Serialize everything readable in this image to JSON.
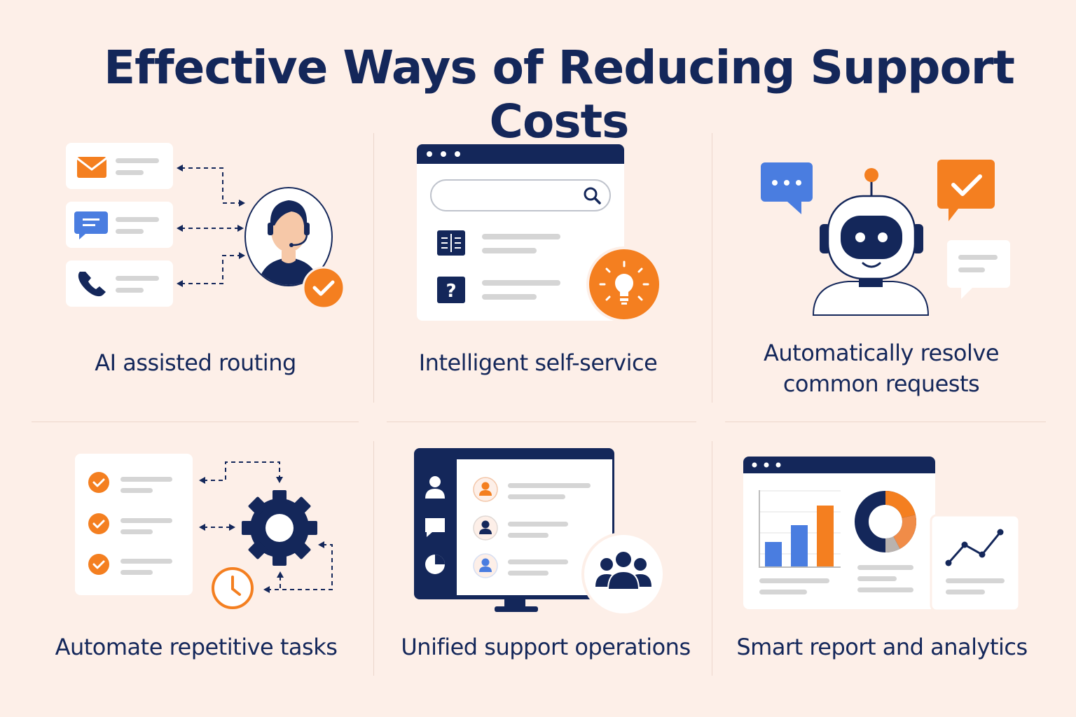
{
  "title": "Effective Ways of Reducing Support Costs",
  "colors": {
    "navy": "#14275a",
    "orange": "#f47f20",
    "blue": "#4a7de0",
    "background": "#fdefe8",
    "card": "#ffffff",
    "line_gray": "#d5d5d5"
  },
  "panels": [
    {
      "label": "AI assisted routing",
      "icons": [
        "envelope-icon",
        "chat-icon",
        "phone-icon",
        "support-agent-icon",
        "checkmark-badge-icon"
      ]
    },
    {
      "label": "Intelligent self-service",
      "icons": [
        "browser-window-icon",
        "search-icon",
        "book-icon",
        "question-icon",
        "lightbulb-icon"
      ]
    },
    {
      "label_lines": [
        "Automatically resolve",
        "common requests"
      ],
      "icons": [
        "speech-bubble-icon",
        "robot-icon",
        "checkmark-bubble-icon",
        "message-bubble-icon"
      ]
    },
    {
      "label": "Automate repetitive tasks",
      "icons": [
        "checklist-icon",
        "gear-icon",
        "clock-icon"
      ]
    },
    {
      "label": "Unified support operations",
      "icons": [
        "monitor-icon",
        "user-icon",
        "chat-icon",
        "pie-chart-icon",
        "team-icon"
      ]
    },
    {
      "label": "Smart report and analytics",
      "icons": [
        "dashboard-window-icon",
        "bar-chart-icon",
        "donut-chart-icon",
        "line-chart-icon"
      ]
    }
  ]
}
